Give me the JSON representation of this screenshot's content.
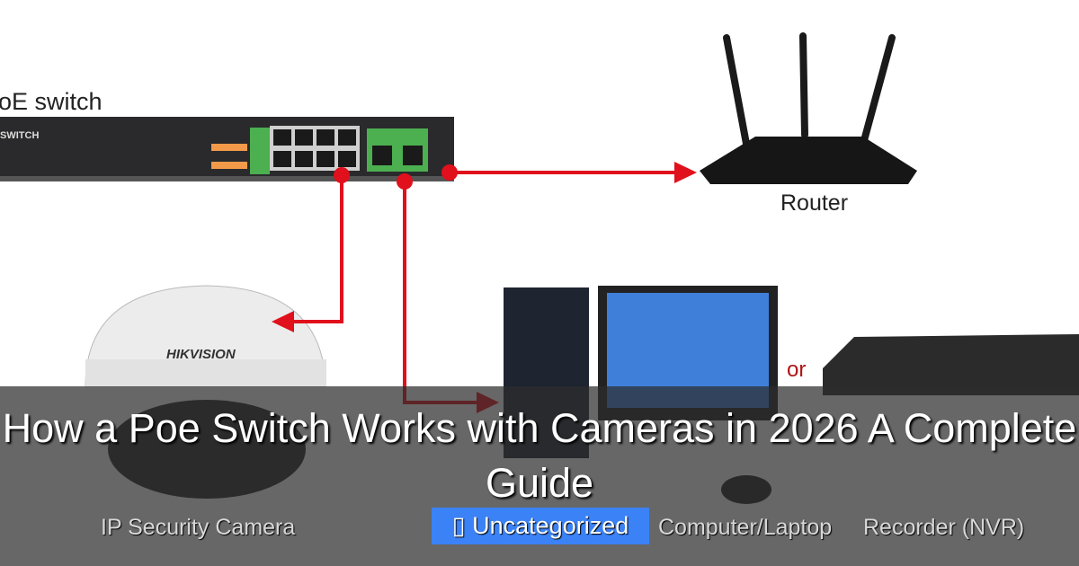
{
  "diagram": {
    "labels": {
      "switch": "oE switch",
      "switch_brand": "SWITCH",
      "router": "Router",
      "camera": "IP Security Camera",
      "camera_brand": "HIKVISION",
      "or": "or",
      "computer": "Computer/Laptop",
      "recorder": "Recorder (NVR)"
    },
    "colors": {
      "connection": "#e0101c",
      "port_green": "#4caf50"
    }
  },
  "post": {
    "title": "How a Poe Switch Works with Cameras in 2026 A Complete Guide",
    "category_icon": "folder-icon",
    "category_icon_glyph": "▯",
    "category": "Uncategorized",
    "badge_color": "#3b82f6"
  }
}
